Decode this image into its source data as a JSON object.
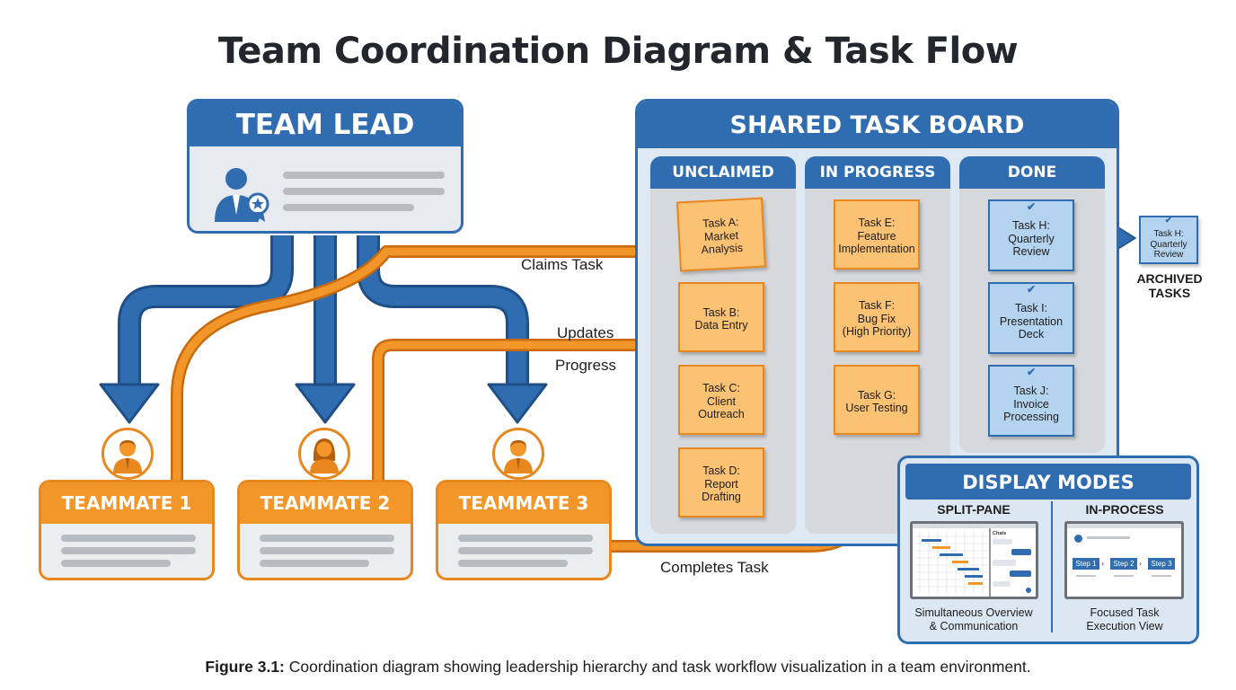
{
  "title": "Team Coordination Diagram & Task Flow",
  "team_lead": {
    "label": "TEAM LEAD",
    "icon": "team-lead-badge-icon"
  },
  "teammates": [
    {
      "label": "TEAMMATE 1",
      "icon": "male-user-icon"
    },
    {
      "label": "TEAMMATE 2",
      "icon": "female-user-icon"
    },
    {
      "label": "TEAMMATE 3",
      "icon": "male-user-icon"
    }
  ],
  "flows": {
    "claims_task": "Claims Task",
    "updates": "Updates",
    "progress": "Progress",
    "completes_task": "Completes Task"
  },
  "board": {
    "title": "SHARED TASK BOARD",
    "columns": [
      {
        "label": "UNCLAIMED",
        "tasks": [
          "Task A:\nMarket\nAnalysis",
          "Task B:\nData Entry",
          "Task C:\nClient\nOutreach",
          "Task D:\nReport\nDrafting"
        ]
      },
      {
        "label": "IN PROGRESS",
        "tasks": [
          "Task E:\nFeature\nImplementation",
          "Task F:\nBug Fix\n(High Priority)",
          "Task G:\nUser Testing"
        ]
      },
      {
        "label": "DONE",
        "tasks": [
          "Task H:\nQuarterly\nReview",
          "Task I:\nPresentation\nDeck",
          "Task J:\nInvoice\nProcessing"
        ]
      }
    ]
  },
  "archive": {
    "task": "Task H:\nQuarterly\nReview",
    "label": "ARCHIVED\nTASKS"
  },
  "display_modes": {
    "title": "DISPLAY MODES",
    "split_pane": {
      "label": "SPLIT-PANE",
      "caption": "Simultaneous Overview\n& Communication",
      "panel_label": "Chats"
    },
    "in_process": {
      "label": "IN-PROCESS",
      "caption": "Focused Task\nExecution View",
      "steps": [
        "Step 1",
        "Step 2",
        "Step 3"
      ]
    }
  },
  "caption": {
    "prefix": "Figure 3.1:",
    "text": " Coordination diagram showing leadership hierarchy and task workflow visualization in a team environment."
  },
  "colors": {
    "blue": "#2f6db0",
    "orange": "#f3962a",
    "note_orange": "#fbc273",
    "note_blue": "#b4d3ef"
  }
}
